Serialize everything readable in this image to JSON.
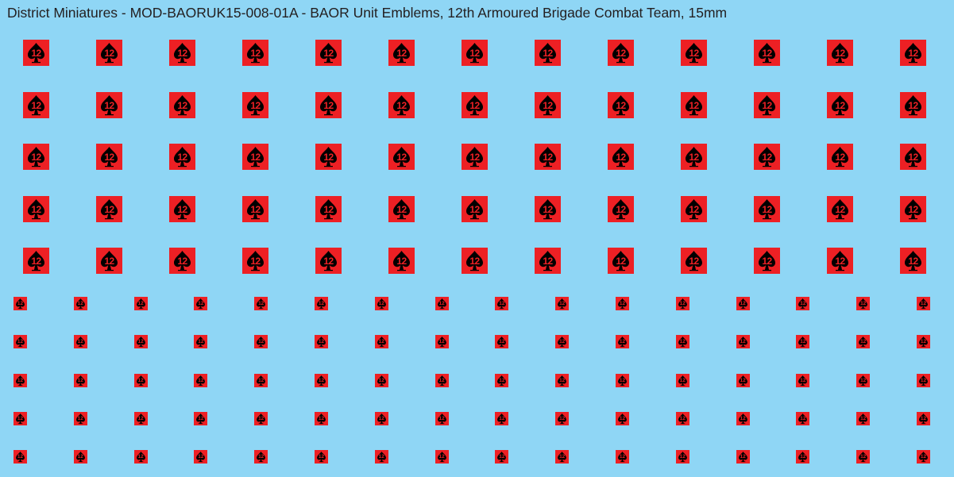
{
  "title": "District Miniatures - MOD-BAORUK15-008-01A - BAOR Unit Emblems, 12th Armoured Brigade Combat Team, 15mm",
  "emblem": {
    "text": "12",
    "icon": "spade-icon",
    "background_color": "#ed2024",
    "icon_color": "#000000"
  },
  "large_emblems": {
    "columns": 13,
    "rows": 5
  },
  "small_emblems": {
    "columns": 16,
    "rows": 5
  }
}
